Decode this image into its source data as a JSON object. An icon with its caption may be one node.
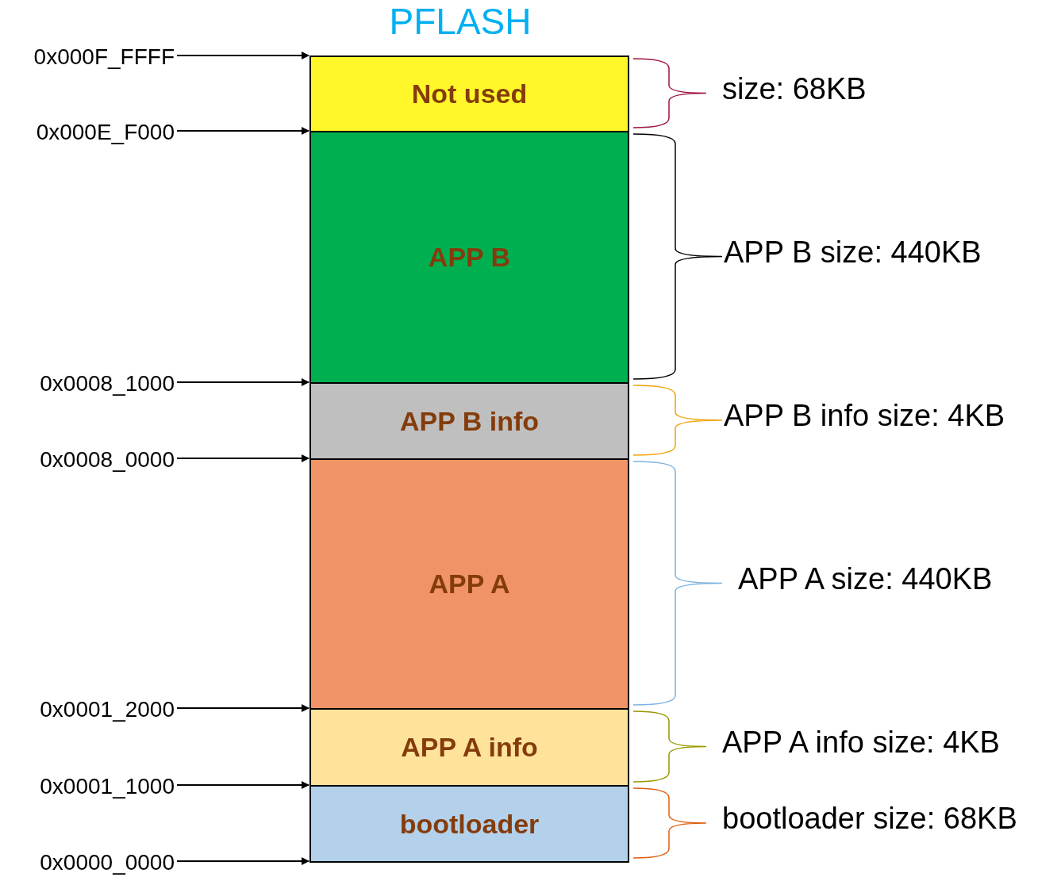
{
  "diagram": {
    "title": "PFLASH",
    "nodes": [
      {
        "text": [
          "Not used"
        ],
        "beside": [
          "size: 68KB"
        ]
      },
      {
        "text": [
          "APP B"
        ],
        "beside": [
          "APP B size: 440KB"
        ]
      },
      {
        "text": [
          "APP B info"
        ],
        "beside": [
          "APP B info size: 4KB"
        ]
      },
      {
        "text": [
          "APP A"
        ],
        "beside": [
          "APP A size: 440KB"
        ]
      },
      {
        "text": [
          "APP A info"
        ],
        "beside": [
          "APP A info size: 4KB"
        ]
      },
      {
        "text": [
          "bootloader"
        ],
        "beside": [
          "bootloader size: 68KB"
        ]
      },
      {
        "text": [
          "0x000F_FFFF"
        ]
      },
      {
        "text": [
          "0x000E_F000"
        ]
      },
      {
        "text": [
          "0x0008_1000"
        ]
      },
      {
        "text": [
          "0x0008_0000"
        ]
      },
      {
        "text": [
          "0x0001_2000"
        ]
      },
      {
        "text": [
          "0x0001_1000"
        ]
      },
      {
        "text": [
          "0x0000_0000"
        ]
      }
    ],
    "edges": [
      {
        "from": 6,
        "to": 0,
        "arrow": "to"
      },
      {
        "from": 7,
        "to": 1,
        "arrow": "to"
      },
      {
        "from": 8,
        "to": 2,
        "arrow": "to"
      },
      {
        "from": 9,
        "to": 3,
        "arrow": "to"
      },
      {
        "from": 10,
        "to": 4,
        "arrow": "to"
      },
      {
        "from": 11,
        "to": 5,
        "arrow": "to"
      },
      {
        "from": 12,
        "to": 5,
        "arrow": "to"
      }
    ]
  }
}
